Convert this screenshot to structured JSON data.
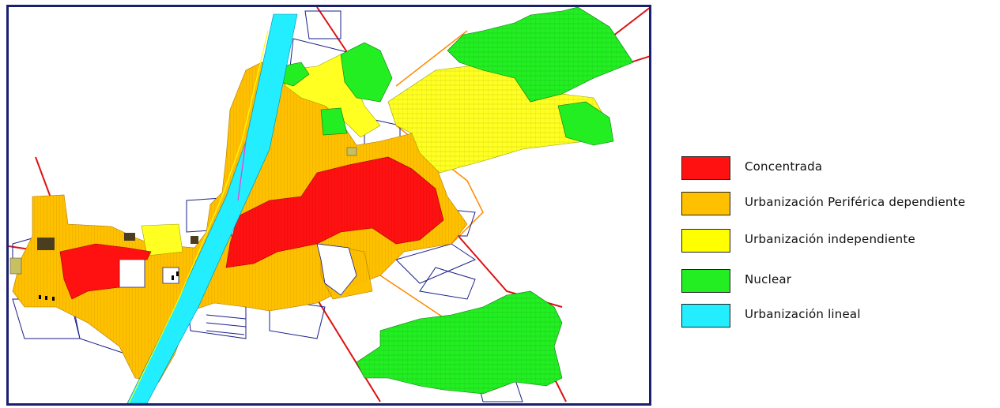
{
  "legend": {
    "items": [
      {
        "label": "Concentrada",
        "color": "#ff1111"
      },
      {
        "label": "Urbanización Periférica dependiente",
        "color": "#ffc000"
      },
      {
        "label": "Urbanización independiente",
        "color": "#ffff00"
      },
      {
        "label": "Nuclear",
        "color": "#22ee22"
      },
      {
        "label": "Urbanización lineal",
        "color": "#22eeff"
      }
    ]
  },
  "map": {
    "frame_color": "#1a1f6e",
    "road_color": "#dd1111",
    "parcel_line_color": "#1a1f8a",
    "orange_road_color": "#ff8800"
  }
}
